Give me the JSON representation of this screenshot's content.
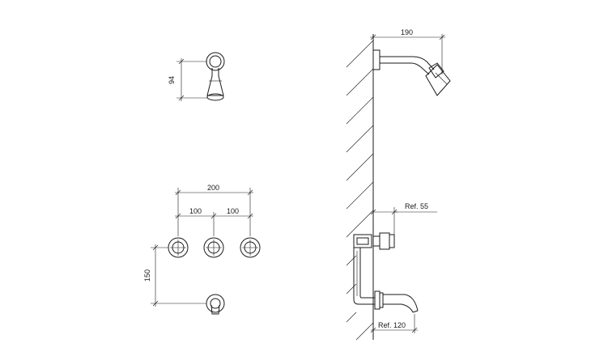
{
  "dimensions": {
    "shower_arm_height": "94",
    "valve_spacing_total": "200",
    "valve_spacing_left": "100",
    "valve_spacing_right": "100",
    "spout_offset": "150",
    "shower_arm_projection": "190",
    "valve_depth_ref": "Ref. 55",
    "spout_projection_ref": "Ref. 120"
  }
}
